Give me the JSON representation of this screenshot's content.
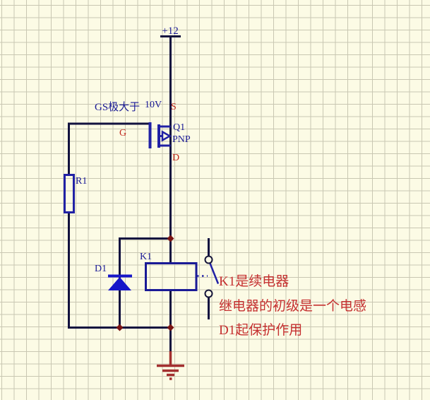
{
  "colors": {
    "background": "#FCFBE5",
    "grid": "#C9C7B2",
    "wire_navy": "#12123F",
    "component_blue": "#2121A5",
    "diode_blue": "#1717C9",
    "label_navy": "#1A1A96",
    "pin_label_red": "#C0261C",
    "note_red": "#C53030",
    "junction_maroon": "#7A1414",
    "ground_red": "#A33030"
  },
  "power": {
    "label": "+12"
  },
  "gate_note": {
    "text": "GS极大于",
    "sup": "10V"
  },
  "components": {
    "transistor": {
      "ref": "Q1",
      "type": "PNP",
      "pins": {
        "source": "S",
        "gate": "G",
        "drain": "D"
      }
    },
    "resistor": {
      "ref": "R1"
    },
    "diode": {
      "ref": "D1"
    },
    "relay": {
      "ref": "K1"
    }
  },
  "notes": {
    "line1": "K1是续电器",
    "line2": "继电器的初级是一个电感",
    "line3": "D1起保护作用"
  }
}
